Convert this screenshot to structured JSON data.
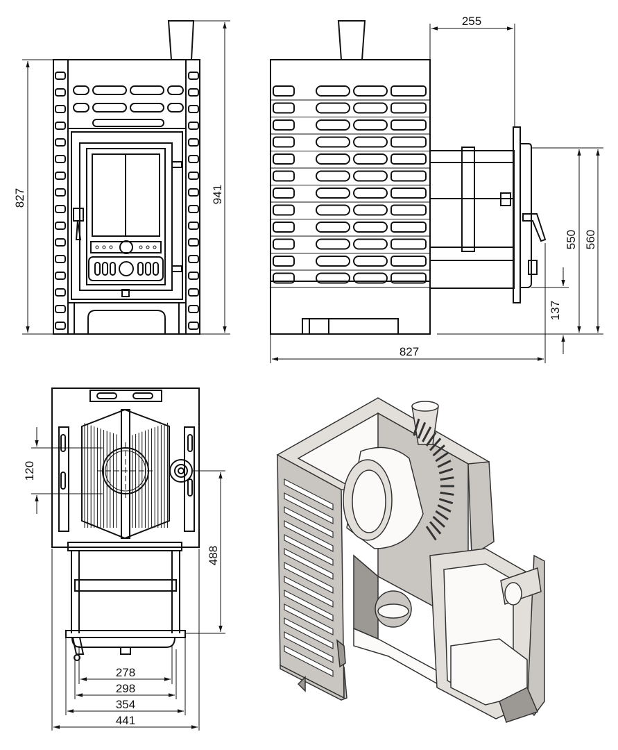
{
  "front_view": {
    "height_label": "827",
    "total_height_label": "941"
  },
  "side_view": {
    "door_offset_label": "255",
    "depth_label": "827",
    "firebox_height_label": "550",
    "door_height_label": "560",
    "floor_clearance_label": "137"
  },
  "top_view": {
    "flue_diameter_label": "120",
    "tunnel_length_label": "488",
    "widths": [
      "278",
      "298",
      "354",
      "441"
    ]
  }
}
